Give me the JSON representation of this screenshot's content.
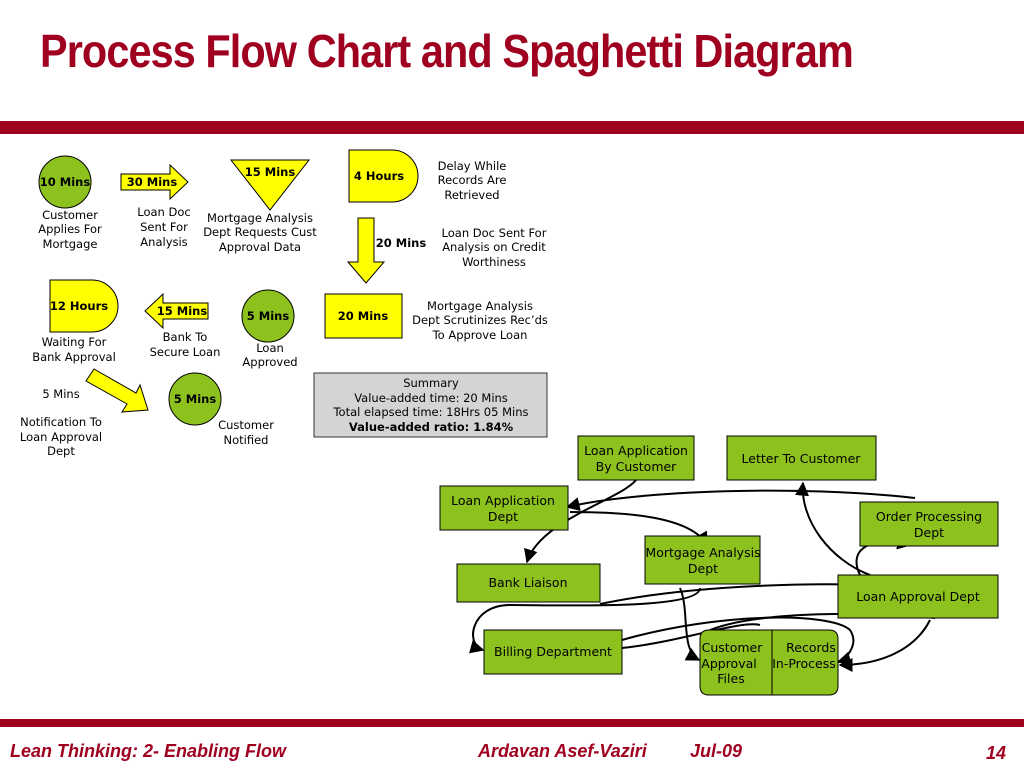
{
  "slide": {
    "title": "Process Flow Chart and Spaghetti Diagram",
    "accent_color": "#a00020",
    "yellow": "#ffff00",
    "green": "#8dc21e"
  },
  "flow": {
    "step1": {
      "time": "10 Mins",
      "label": [
        "Customer",
        "Applies For",
        "Mortgage"
      ]
    },
    "step2": {
      "time": "30 Mins",
      "label": [
        "Loan Doc",
        "Sent For",
        "Analysis"
      ]
    },
    "step3": {
      "time": "15 Mins",
      "label": [
        "Mortgage Analysis",
        "Dept Requests Cust",
        "Approval Data"
      ]
    },
    "step4": {
      "time": "4 Hours",
      "label": [
        "Delay While",
        "Records Are",
        "Retrieved"
      ]
    },
    "step5": {
      "time": "20 Mins",
      "label": [
        "Loan Doc Sent For",
        "Analysis on Credit",
        "Worthiness"
      ]
    },
    "step6": {
      "time": "20 Mins",
      "label": [
        "Mortgage Analysis",
        "Dept Scrutinizes Rec’ds",
        "To Approve Loan"
      ]
    },
    "step7": {
      "time": "5 Mins",
      "label": [
        "Loan",
        "Approved"
      ]
    },
    "step8": {
      "time": "15 Mins",
      "label": [
        "Bank To",
        "Secure Loan"
      ]
    },
    "step9": {
      "time": "12 Hours",
      "label": [
        "Waiting For",
        "Bank Approval"
      ]
    },
    "step10": {
      "time": "5 Mins",
      "label": [
        "Notification To",
        "Loan Approval",
        "Dept"
      ]
    },
    "step11": {
      "time": "5 Mins",
      "label": [
        "Customer",
        "Notified"
      ]
    }
  },
  "summary": {
    "heading": "Summary",
    "value_added": "Value-added time: 20 Mins",
    "elapsed": "Total elapsed time: 18Hrs 05 Mins",
    "ratio": "Value-added ratio: 1.84%"
  },
  "spaghetti": {
    "loan_app_customer": [
      "Loan Application",
      "By Customer"
    ],
    "letter_to_customer": [
      "Letter To Customer"
    ],
    "loan_app_dept": [
      "Loan Application",
      "Dept"
    ],
    "order_processing": [
      "Order Processing",
      "Dept"
    ],
    "mortgage_analysis": [
      "Mortgage Analysis",
      "Dept"
    ],
    "bank_liaison": [
      "Bank Liaison"
    ],
    "loan_approval": [
      "Loan Approval Dept"
    ],
    "billing": [
      "Billing Department"
    ],
    "customer_files": [
      "Customer",
      "Approval",
      "Files"
    ],
    "records": [
      "Records",
      "In-Process"
    ]
  },
  "footer": {
    "left": "Lean Thinking:  2- Enabling Flow",
    "author": "Ardavan Asef-Vaziri",
    "date": "Jul-09",
    "page": "14"
  }
}
